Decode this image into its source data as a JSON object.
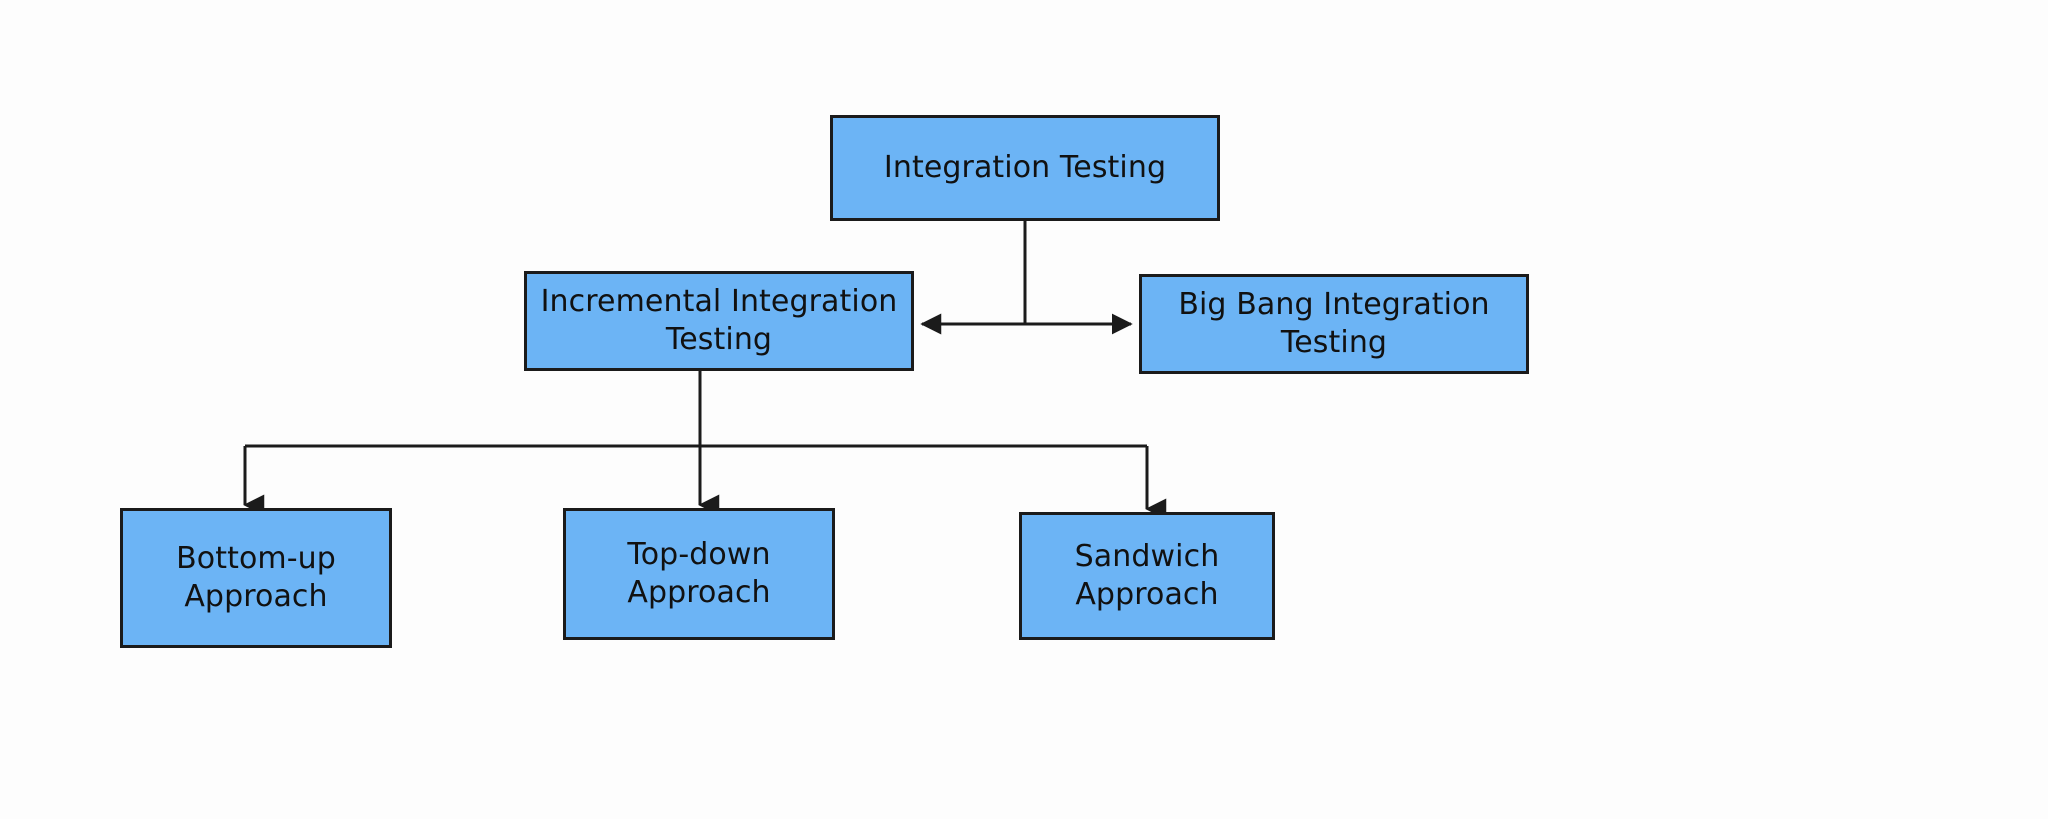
{
  "diagram": {
    "title": "Integration Testing",
    "type": "flowchart",
    "background_color": "#fdfdfd",
    "node_fill_color": "#6CB4F5",
    "node_border_color": "#1b1b1b",
    "edge_color": "#1b1b1b",
    "text_color": "#111111",
    "nodes": [
      {
        "id": "root",
        "label": "Integration Testing",
        "level": 0
      },
      {
        "id": "inc",
        "label": "Incremental Integration\nTesting",
        "level": 1
      },
      {
        "id": "bigbang",
        "label": "Big Bang Integration\nTesting",
        "level": 1
      },
      {
        "id": "bottomup",
        "label": "Bottom-up\nApproach",
        "level": 2
      },
      {
        "id": "topdown",
        "label": "Top-down\nApproach",
        "level": 2
      },
      {
        "id": "sandwich",
        "label": "Sandwich\nApproach",
        "level": 2
      }
    ],
    "edges": [
      {
        "from": "root",
        "to": "inc",
        "arrow": "left"
      },
      {
        "from": "root",
        "to": "bigbang",
        "arrow": "right"
      },
      {
        "from": "inc",
        "to": "bottomup",
        "arrow": "down"
      },
      {
        "from": "inc",
        "to": "topdown",
        "arrow": "down"
      },
      {
        "from": "inc",
        "to": "sandwich",
        "arrow": "down"
      }
    ]
  }
}
